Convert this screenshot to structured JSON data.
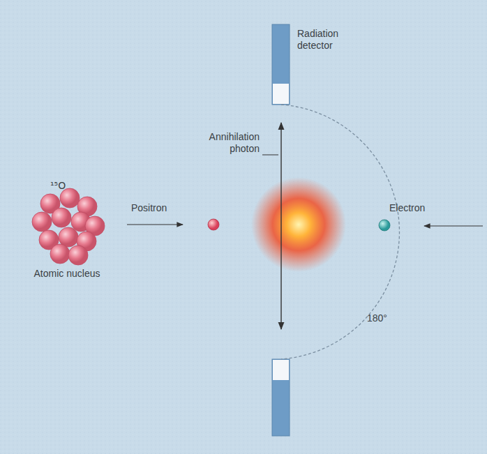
{
  "diagram": {
    "labels": [
      "¹⁵O",
      "Atomic nucleus",
      "Positron",
      "Electron",
      "Annihilation photon",
      "Radiation detector",
      "180°"
    ]
  }
}
